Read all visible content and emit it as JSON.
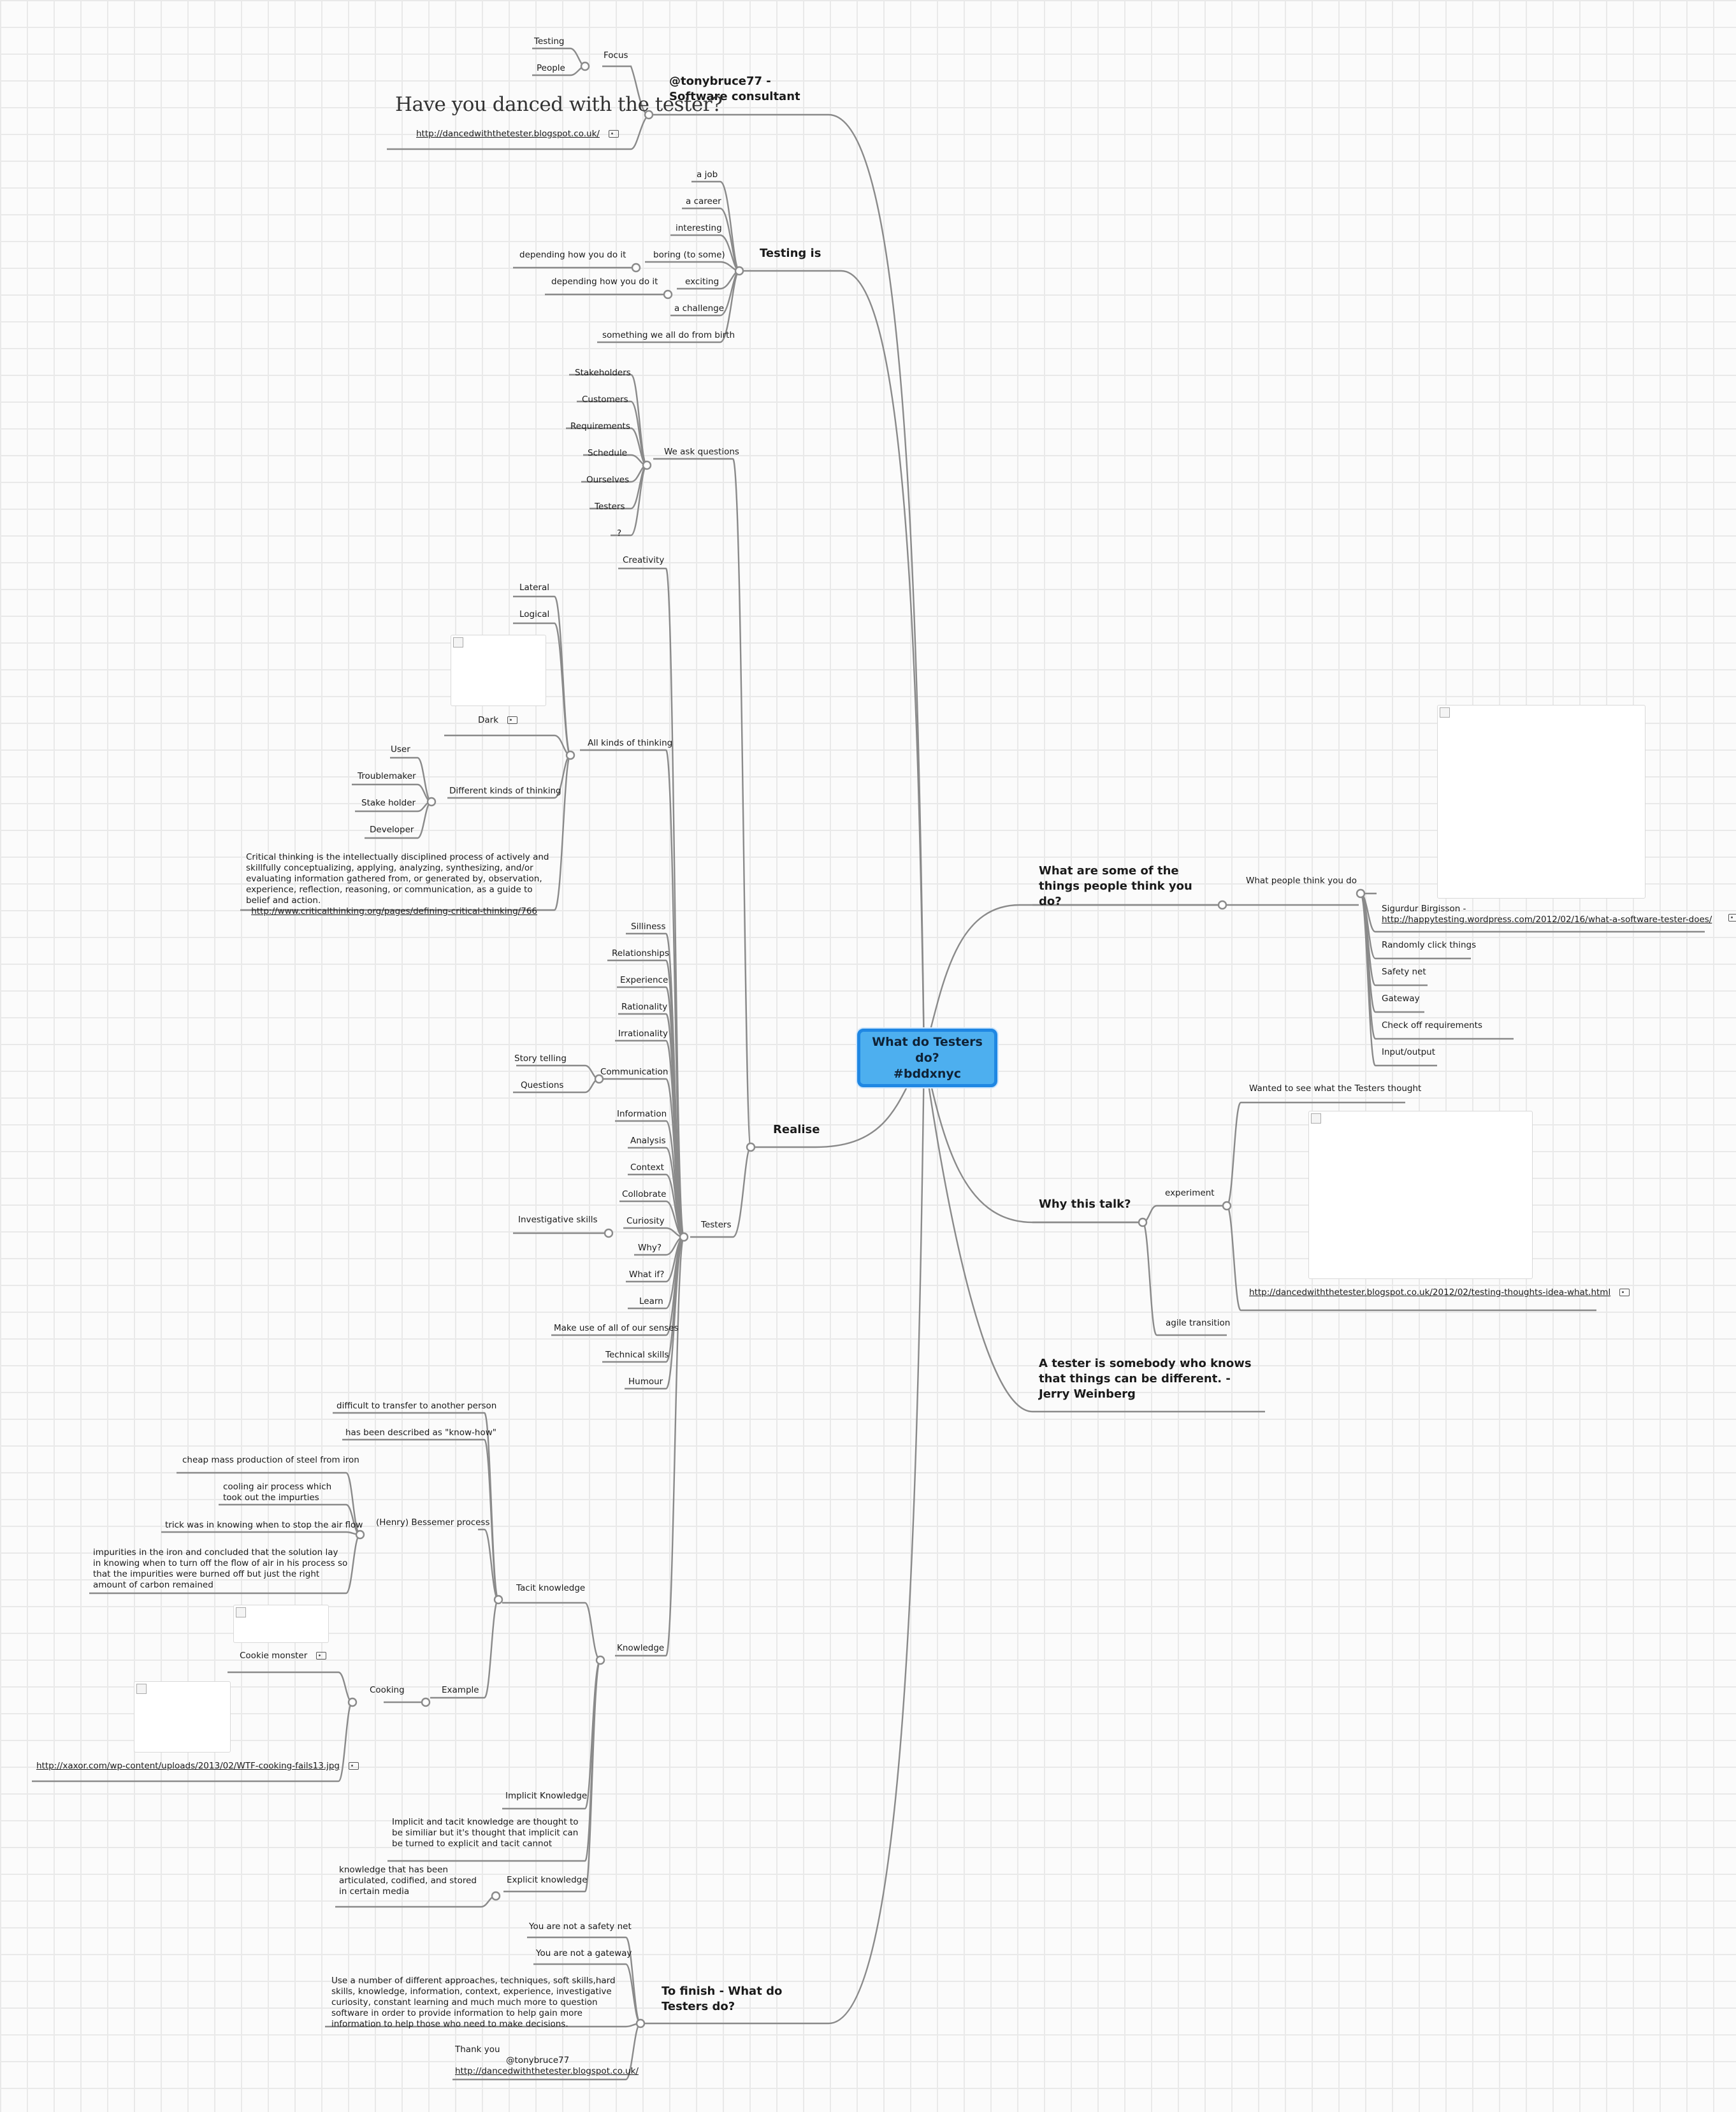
{
  "root": {
    "line1": "What do Testers do?",
    "line2": "#bddxnyc"
  },
  "about": {
    "title": "@tonybruce77 - Software consultant",
    "focus": "Focus",
    "testing": "Testing",
    "people": "People",
    "logo_text": "Have you danced with the tester?",
    "url": "http://dancedwiththetester.blogspot.co.uk/"
  },
  "testing_is": {
    "title": "Testing is",
    "items": [
      "a job",
      "a career",
      "interesting",
      "boring (to some)",
      "exciting",
      "a challenge",
      "something we all do from birth"
    ],
    "boring_detail": "depending how you do it",
    "exciting_detail": "depending how you do it"
  },
  "realise": {
    "title": "Realise",
    "questions": {
      "label": "We ask questions",
      "items": [
        "Stakeholders",
        "Customers",
        "Requirements",
        "Schedule",
        "Ourselves",
        "Testers",
        "?"
      ]
    },
    "testers": {
      "label": "Testers",
      "creativity": "Creativity",
      "thinking": {
        "label": "All kinds of thinking",
        "lateral": "Lateral",
        "logical": "Logical",
        "dark": "Dark",
        "kinds_label": "Different kinds of thinking",
        "kinds": [
          "User",
          "Troublemaker",
          "Stake holder",
          "Developer"
        ],
        "critical": "Critical thinking is the intellectually disciplined process of actively and skillfully conceptualizing, applying, analyzing, synthesizing, and/or evaluating information gathered from, or generated by, observation, experience, reflection, reasoning, or communication, as a guide to belief and action.",
        "critical_url": "http://www.criticalthinking.org/pages/defining-critical-thinking/766"
      },
      "traits_a": [
        "Silliness",
        "Relationships",
        "Experience",
        "Rationality",
        "Irrationality"
      ],
      "communication": {
        "label": "Communication",
        "items": [
          "Story telling",
          "Questions"
        ]
      },
      "traits_b": [
        "Information",
        "Analysis",
        "Context",
        "Collobrate",
        "Curiosity",
        "Why?",
        "What if?",
        "Learn",
        "Make use of all of our senses",
        "Technical skills",
        "Humour"
      ],
      "curiosity_detail": "Investigative skills",
      "knowledge": {
        "label": "Knowledge",
        "tacit": {
          "label": "Tacit knowledge",
          "difficult": "difficult to transfer to another person",
          "knowhow": "has been described as \"know-how\"",
          "bessemer": {
            "label": "(Henry) Bessemer process",
            "cheap": "cheap mass production of steel from iron",
            "cooling": "cooling air process which took out the impurties",
            "trick": "trick was in knowing when to stop the air flow",
            "impurities": "impurities in the iron and concluded that the solution lay in knowing when to turn off the flow of air in his process so that the impurities were burned off but just the right amount of carbon remained"
          },
          "example": "Example",
          "cooking": "Cooking",
          "cookie": "Cookie monster",
          "cooking_url": "http://xaxor.com/wp-content/uploads/2013/02/WTF-cooking-fails13.jpg"
        },
        "implicit": "Implicit Knowledge",
        "implicit_note": "Implicit and tacit knowledge are thought to be similiar but it's thought that implicit can be turned to explicit and tacit cannot",
        "explicit": "Explicit knowledge",
        "explicit_note": "knowledge that has been articulated, codified, and stored in certain media"
      }
    }
  },
  "finish": {
    "title": "To finish - What do Testers do?",
    "safety": "You are not a safety net",
    "gateway": "You are not a gateway",
    "summary": "Use a number of different approaches, techniques, soft skills,hard skills, knowledge, information, context, experience, investigative curiosity, constant learning and much much more to question software in order to provide information to help gain more information to help those who need to make decisions.",
    "thanks1": "Thank you",
    "thanks2": "@tonybruce77",
    "thanks3": "http://dancedwiththetester.blogspot.co.uk/"
  },
  "right": {
    "things_title": "What are some of the things people think you do?",
    "wptyd": "What people think you do",
    "sigurdur": "Sigurdur Birgisson -",
    "sigurdur_url": "http://happytesting.wordpress.com/2012/02/16/what-a-software-tester-does/",
    "items": [
      "Randomly click things",
      "Safety net",
      "Gateway",
      "Check off requirements",
      "Input/output"
    ],
    "why_title": "Why this talk?",
    "experiment": "experiment",
    "wanted": "Wanted to see what the Testers thought",
    "exp_url": "http://dancedwiththetester.blogspot.co.uk/2012/02/testing-thoughts-idea-what.html",
    "agile": "agile transition",
    "quote": "A tester is somebody who knows that things can be different. - Jerry Weinberg"
  }
}
